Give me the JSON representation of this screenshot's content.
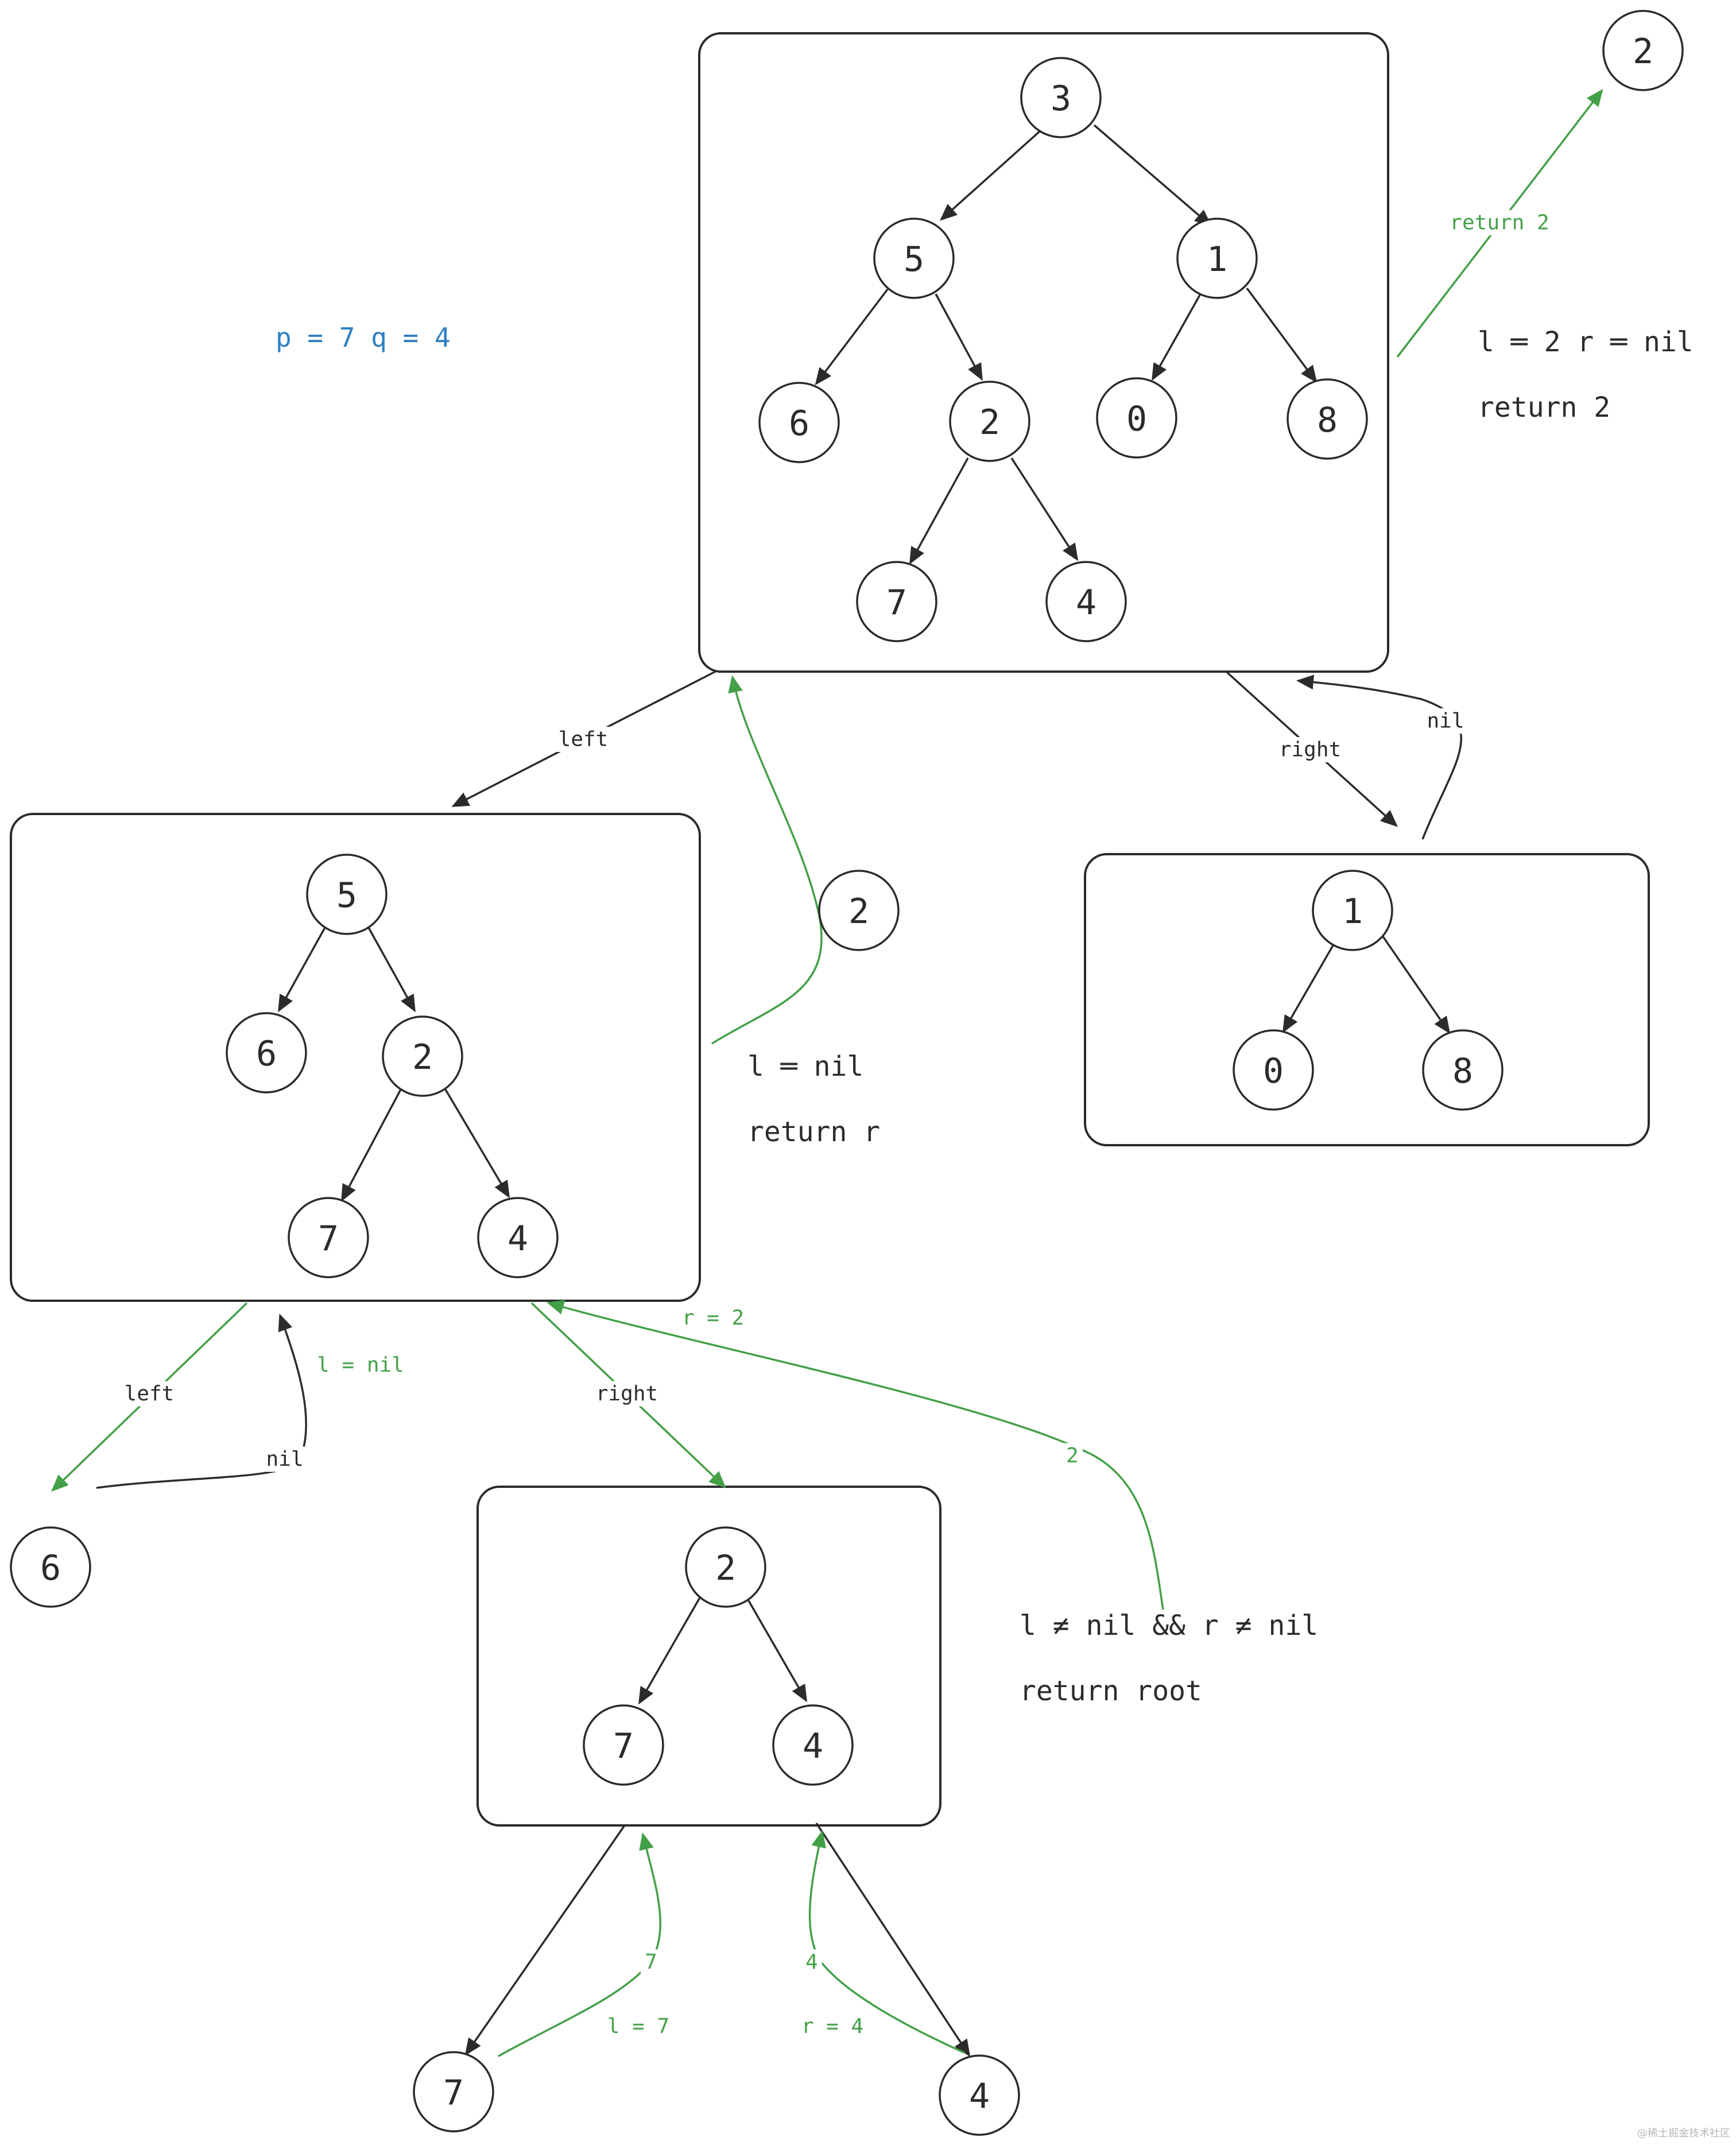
{
  "colors": {
    "ink": "#2b2b2b",
    "green": "#43a047",
    "blue": "#2f7fc1",
    "background": "#ffffff"
  },
  "params_label": "p = 7 q = 4",
  "node_labels": {
    "a3": "3",
    "a5": "5",
    "a1": "1",
    "a6": "6",
    "a2": "2",
    "a0": "0",
    "a8": "8",
    "a7": "7",
    "a4": "4",
    "b5": "5",
    "b6": "6",
    "b2": "2",
    "b7": "7",
    "b4": "4",
    "c1": "1",
    "c0": "0",
    "c8": "8",
    "d2": "2",
    "d7": "7",
    "d4": "4",
    "top_result": "2",
    "mid_result": "2",
    "leaf6": "6",
    "leaf7": "7",
    "leaf4": "4"
  },
  "edge_labels": {
    "left_top": "left",
    "right_top": "right",
    "nil_top": "nil",
    "return_top": "return 2",
    "left_mid": "left",
    "nil_mid": "nil",
    "l_nil_mid": "l = nil",
    "right_mid": "right",
    "r_mid": "r = 2",
    "two_mid": "2",
    "seven_bottom": "7",
    "l_bottom": "l = 7",
    "four_bottom": "4",
    "r_bottom": "r =  4"
  },
  "notes": {
    "root_cond": "l ═ 2 r ═ nil",
    "root_ret": "return 2",
    "left_cond": "l ═ nil",
    "left_ret": "return r",
    "sub_cond": "l ≠ nil && r ≠ nil",
    "sub_ret": "return root"
  },
  "watermark": "@稀土掘金技术社区"
}
